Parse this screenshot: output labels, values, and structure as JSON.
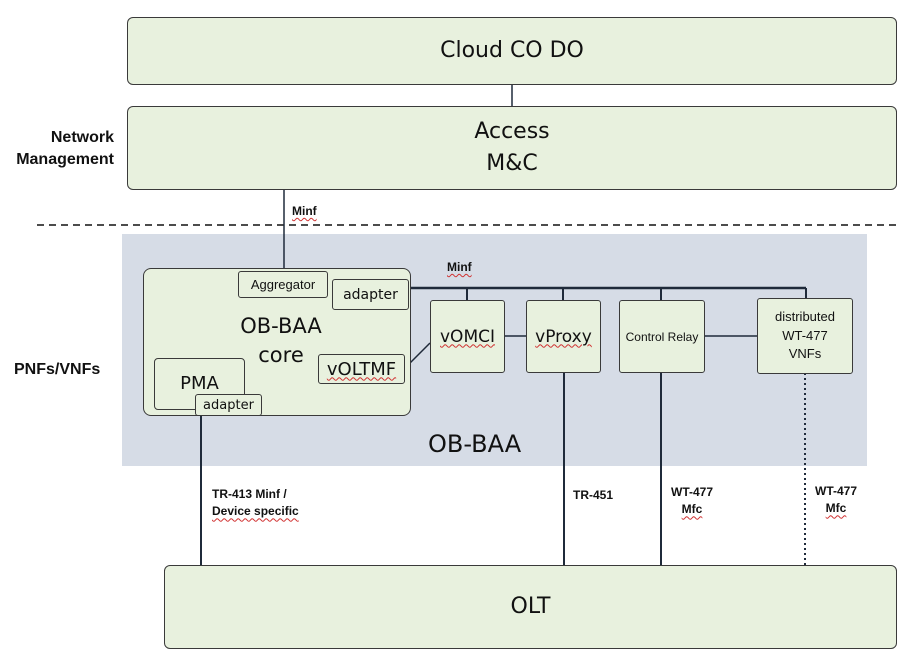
{
  "labels": {
    "network_management": [
      "Network",
      "Management"
    ],
    "pnfs_vnfs": "PNFs/VNFs",
    "ob_baa_region": "OB-BAA"
  },
  "boxes": {
    "cloud_co_do": "Cloud CO DO",
    "access_mc": [
      "Access",
      "M&C"
    ],
    "ob_baa_core": [
      "OB-BAA",
      "core"
    ],
    "aggregator": "Aggregator",
    "adapter_top": "adapter",
    "vomci": "vOMCI",
    "vproxy": "vProxy",
    "control_relay": "Control Relay",
    "distributed_vnfs": [
      "distributed",
      "WT-477",
      "VNFs"
    ],
    "voltmf": "vOLTMF",
    "pma": "PMA",
    "adapter_bottom": "adapter",
    "olt": "OLT"
  },
  "interfaces": {
    "minf_top": "Minf",
    "minf_bus": "Minf",
    "tr413": [
      "TR-413 Minf /",
      "Device specific"
    ],
    "tr451": "TR-451",
    "wt477_a": [
      "WT-477",
      "Mfc"
    ],
    "wt477_b": [
      "WT-477",
      "Mfc"
    ]
  },
  "colors": {
    "box_fill": "#e8f1de",
    "region_fill": "#d6dce6",
    "line": "#1f2a3a"
  }
}
